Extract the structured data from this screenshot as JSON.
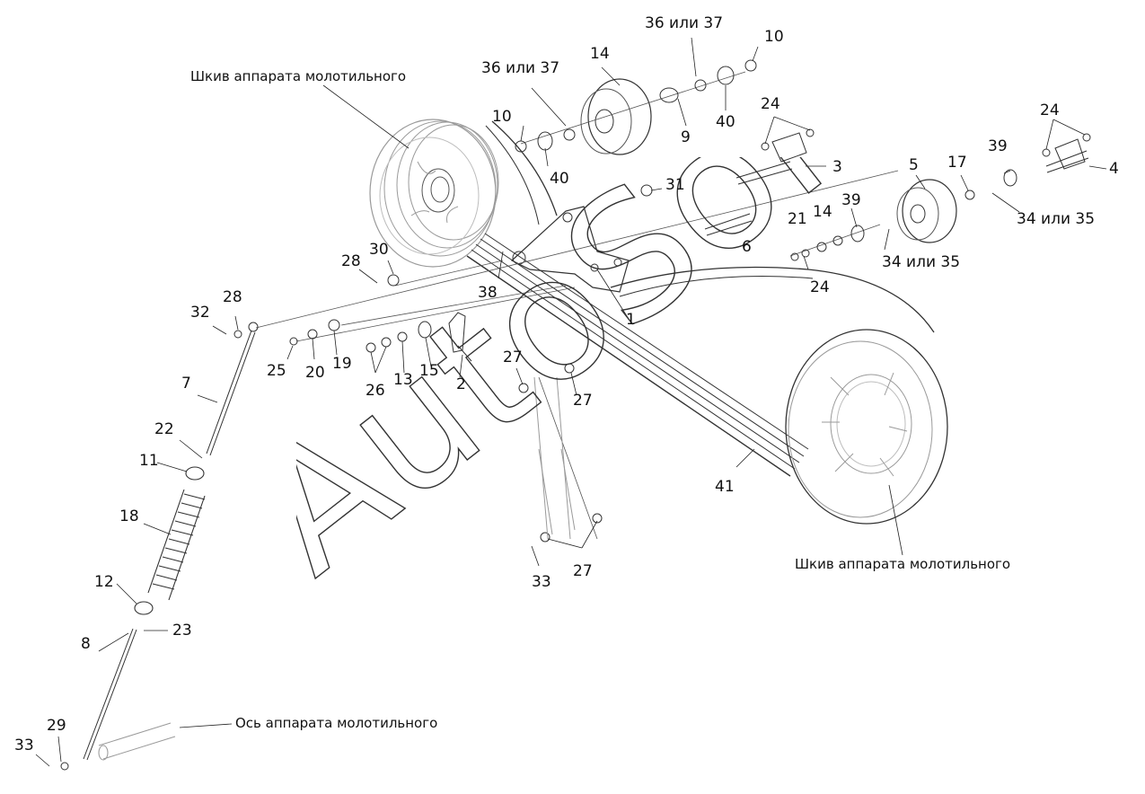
{
  "captions": {
    "top_pulley": "Шкив аппарата молотильного",
    "bottom_pulley": "Шкив аппарата молотильного",
    "axle": "Ось аппарата молотильного"
  },
  "watermark": "AutoSoft",
  "callouts": {
    "c36a": "36 или 37",
    "c10a": "10",
    "c36b": "36 или 37",
    "c14a": "14",
    "c10b": "10",
    "c9": "9",
    "c40a": "40",
    "c40b": "40",
    "c24a": "24",
    "c24b": "24",
    "c3": "3",
    "c4": "4",
    "c39a": "39",
    "c17": "17",
    "c5": "5",
    "c31": "31",
    "c39b": "39",
    "c14b": "14",
    "c21": "21",
    "c34a": "34 или 35",
    "c34b": "34 или 35",
    "c6": "6",
    "c24c": "24",
    "c30": "30",
    "c28a": "28",
    "c38": "38",
    "c1": "1",
    "c32": "32",
    "c28b": "28",
    "c25": "25",
    "c20": "20",
    "c19": "19",
    "c26": "26",
    "c13": "13",
    "c15": "15",
    "c2": "2",
    "c27a": "27",
    "c27b": "27",
    "c27c": "27",
    "c7": "7",
    "c22": "22",
    "c11": "11",
    "c18": "18",
    "c41": "41",
    "c12": "12",
    "c23": "23",
    "c33a": "33",
    "c33b": "33",
    "c8": "8",
    "c29": "29"
  },
  "colors": {
    "line": "#222222",
    "light": "#9a9a9a",
    "shade": "#d9d9d9"
  }
}
